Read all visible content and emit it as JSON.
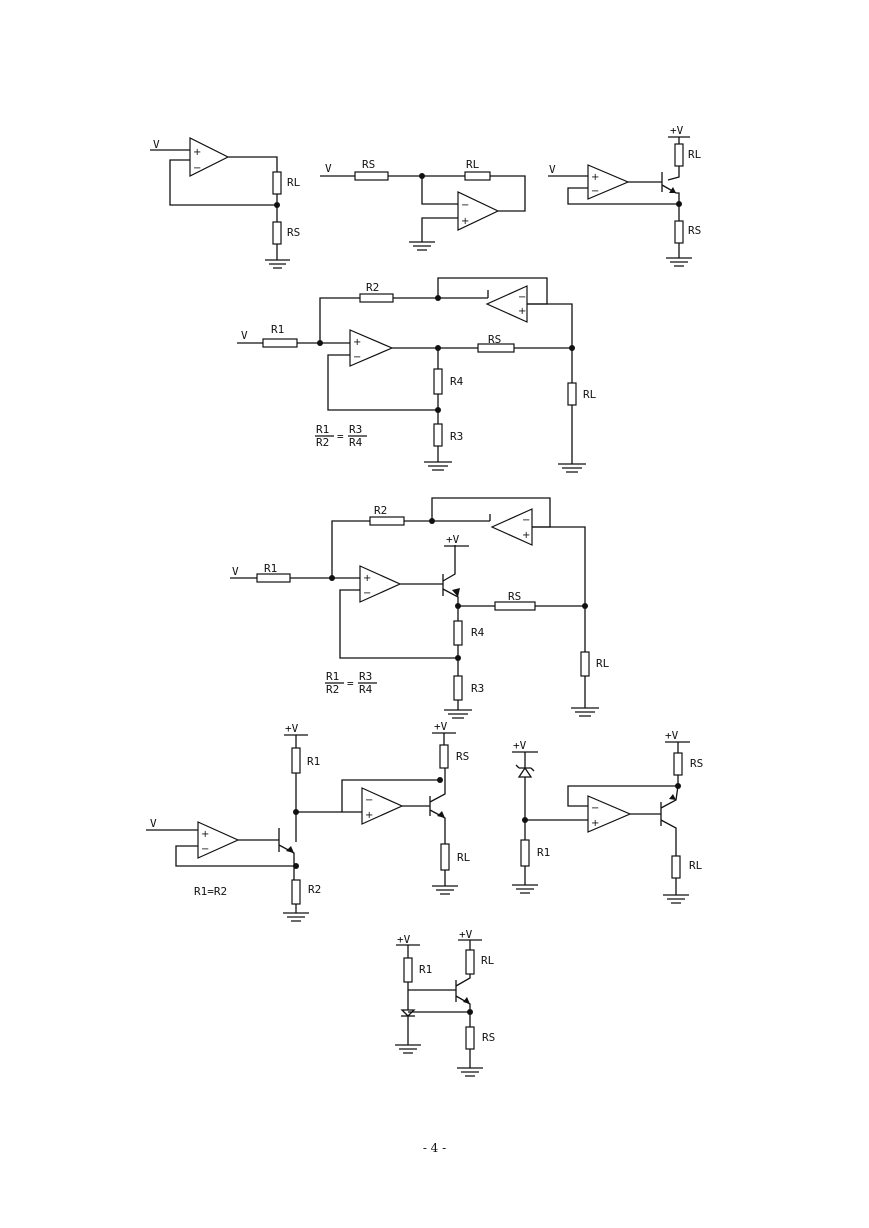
{
  "circuits": [
    {
      "id": "c1",
      "labels": {
        "v": "V",
        "rl": "RL",
        "rs": "RS"
      }
    },
    {
      "id": "c2",
      "labels": {
        "v": "V",
        "rs": "RS",
        "rl": "RL"
      }
    },
    {
      "id": "c3",
      "labels": {
        "supply": "+V",
        "rl": "RL",
        "v": "V",
        "rs": "RS"
      }
    },
    {
      "id": "c4",
      "labels": {
        "r2": "R2",
        "v": "V",
        "r1": "R1",
        "rs": "RS",
        "r4": "R4",
        "rl": "RL",
        "r3": "R3"
      },
      "formula": {
        "n1": "R1",
        "d1": "R2",
        "eq": "=",
        "n2": "R3",
        "d2": "R4"
      }
    },
    {
      "id": "c5",
      "labels": {
        "r2": "R2",
        "supply": "+V",
        "v": "V",
        "r1": "R1",
        "rs": "RS",
        "r4": "R4",
        "rl": "RL",
        "r3": "R3"
      },
      "formula": {
        "n1": "R1",
        "d1": "R2",
        "eq": "=",
        "n2": "R3",
        "d2": "R4"
      }
    },
    {
      "id": "c6",
      "labels": {
        "supply_a": "+V",
        "r1": "R1",
        "supply_b": "+V",
        "rs": "RS",
        "v": "V",
        "rl": "RL",
        "r2": "R2",
        "note": "R1=R2"
      }
    },
    {
      "id": "c7",
      "labels": {
        "supply_a": "+V",
        "supply_b": "+V",
        "rs": "RS",
        "r1": "R1",
        "rl": "RL"
      }
    },
    {
      "id": "c8",
      "labels": {
        "supply_a": "+V",
        "supply_b": "+V",
        "r1": "R1",
        "rl": "RL",
        "rs": "RS"
      }
    }
  ],
  "opamp_symbols": {
    "plus": "+",
    "minus": "−"
  },
  "page_number": "- 4 -"
}
